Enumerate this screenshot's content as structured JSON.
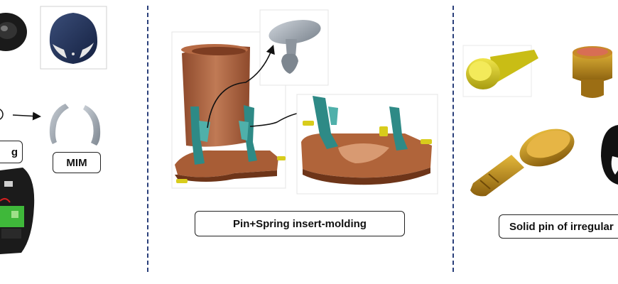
{
  "panels": {
    "left": {
      "partial_label": "g",
      "mim_label": "MIM"
    },
    "middle": {
      "caption": "Pin+Spring insert-molding"
    },
    "right": {
      "caption": "Solid pin of irregular"
    }
  },
  "colors": {
    "divider": "#2a3f7a",
    "navy_shell": "#1f2d4f",
    "copper_base": "#b0643a",
    "teal_spring": "#2e8a86",
    "yellow_pin": "#d8cc1c",
    "gold_pin": "#c8961e",
    "grey_metal": "#9aa3ad"
  }
}
